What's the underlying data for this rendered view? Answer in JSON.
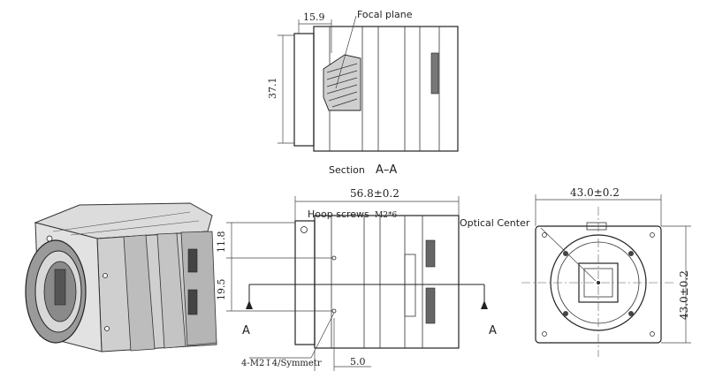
{
  "labels": {
    "focal_plane": "Focal plane",
    "section": "Section",
    "section_mark": "A–A",
    "hoop_screws": "Hoop screws",
    "hoop_spec": "M2*6",
    "optical_center": "Optical Center",
    "screw_note": "4-M2↧4/Symmetr",
    "cut_a_left": "A",
    "cut_a_right": "A"
  },
  "dimensions": {
    "d_15_9": "15.9",
    "d_37_1": "37.1",
    "d_56_8": "56.8±0.2",
    "d_11_8": "11.8",
    "d_19_5": "19.5",
    "d_5_0": "5.0",
    "d_43_w": "43.0±0.2",
    "d_43_h": "43.0±0.2"
  }
}
